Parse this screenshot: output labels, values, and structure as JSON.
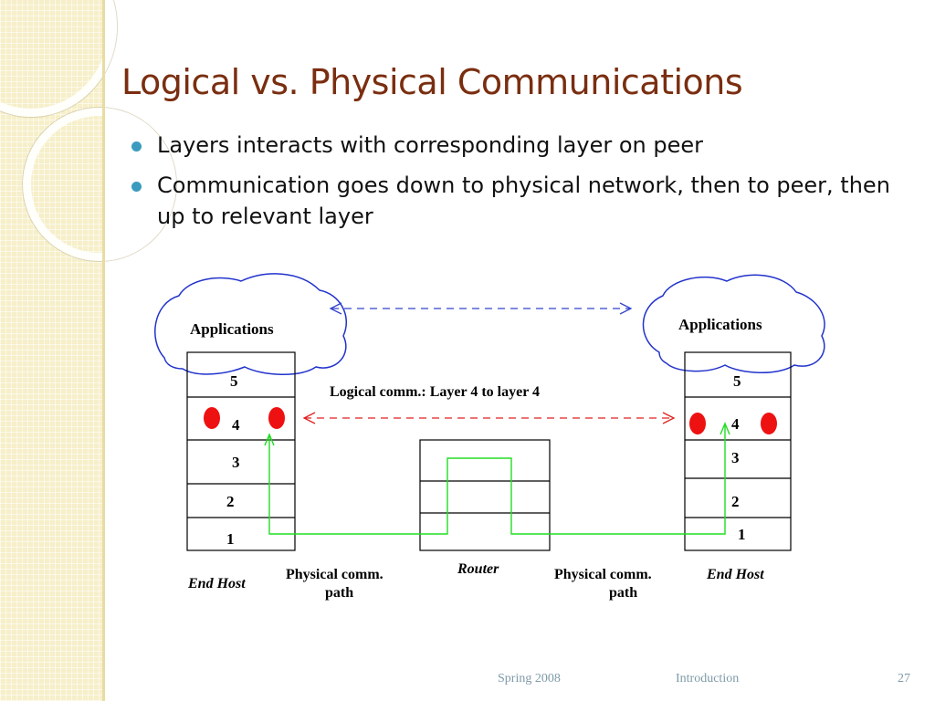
{
  "slide": {
    "title": "Logical vs. Physical Communications",
    "bullets": [
      "Layers interacts with corresponding layer on peer",
      "Communication goes down to physical network, then to peer, then up to relevant layer"
    ]
  },
  "diagram": {
    "left_host": {
      "cloud_label": "Applications",
      "layers": [
        "5",
        "4",
        "3",
        "2",
        "1"
      ],
      "caption": "End Host"
    },
    "right_host": {
      "cloud_label": "Applications",
      "layers": [
        "5",
        "4",
        "3",
        "2",
        "1"
      ],
      "caption": "End Host"
    },
    "router": {
      "caption": "Router"
    },
    "logical_label": "Logical comm.: Layer 4 to layer 4",
    "path_label_left": {
      "line1": "Physical comm.",
      "line2": "path"
    },
    "path_label_right": {
      "line1": "Physical comm.",
      "line2": "path"
    },
    "colors": {
      "cloud": "#2233cc",
      "app_arrow": "#3344cc",
      "logical_arrow": "#e02020",
      "physical_path": "#22dd22",
      "dot": "#ee1111"
    }
  },
  "footer": {
    "date": "Spring 2008",
    "topic": "Introduction",
    "page": "27"
  }
}
